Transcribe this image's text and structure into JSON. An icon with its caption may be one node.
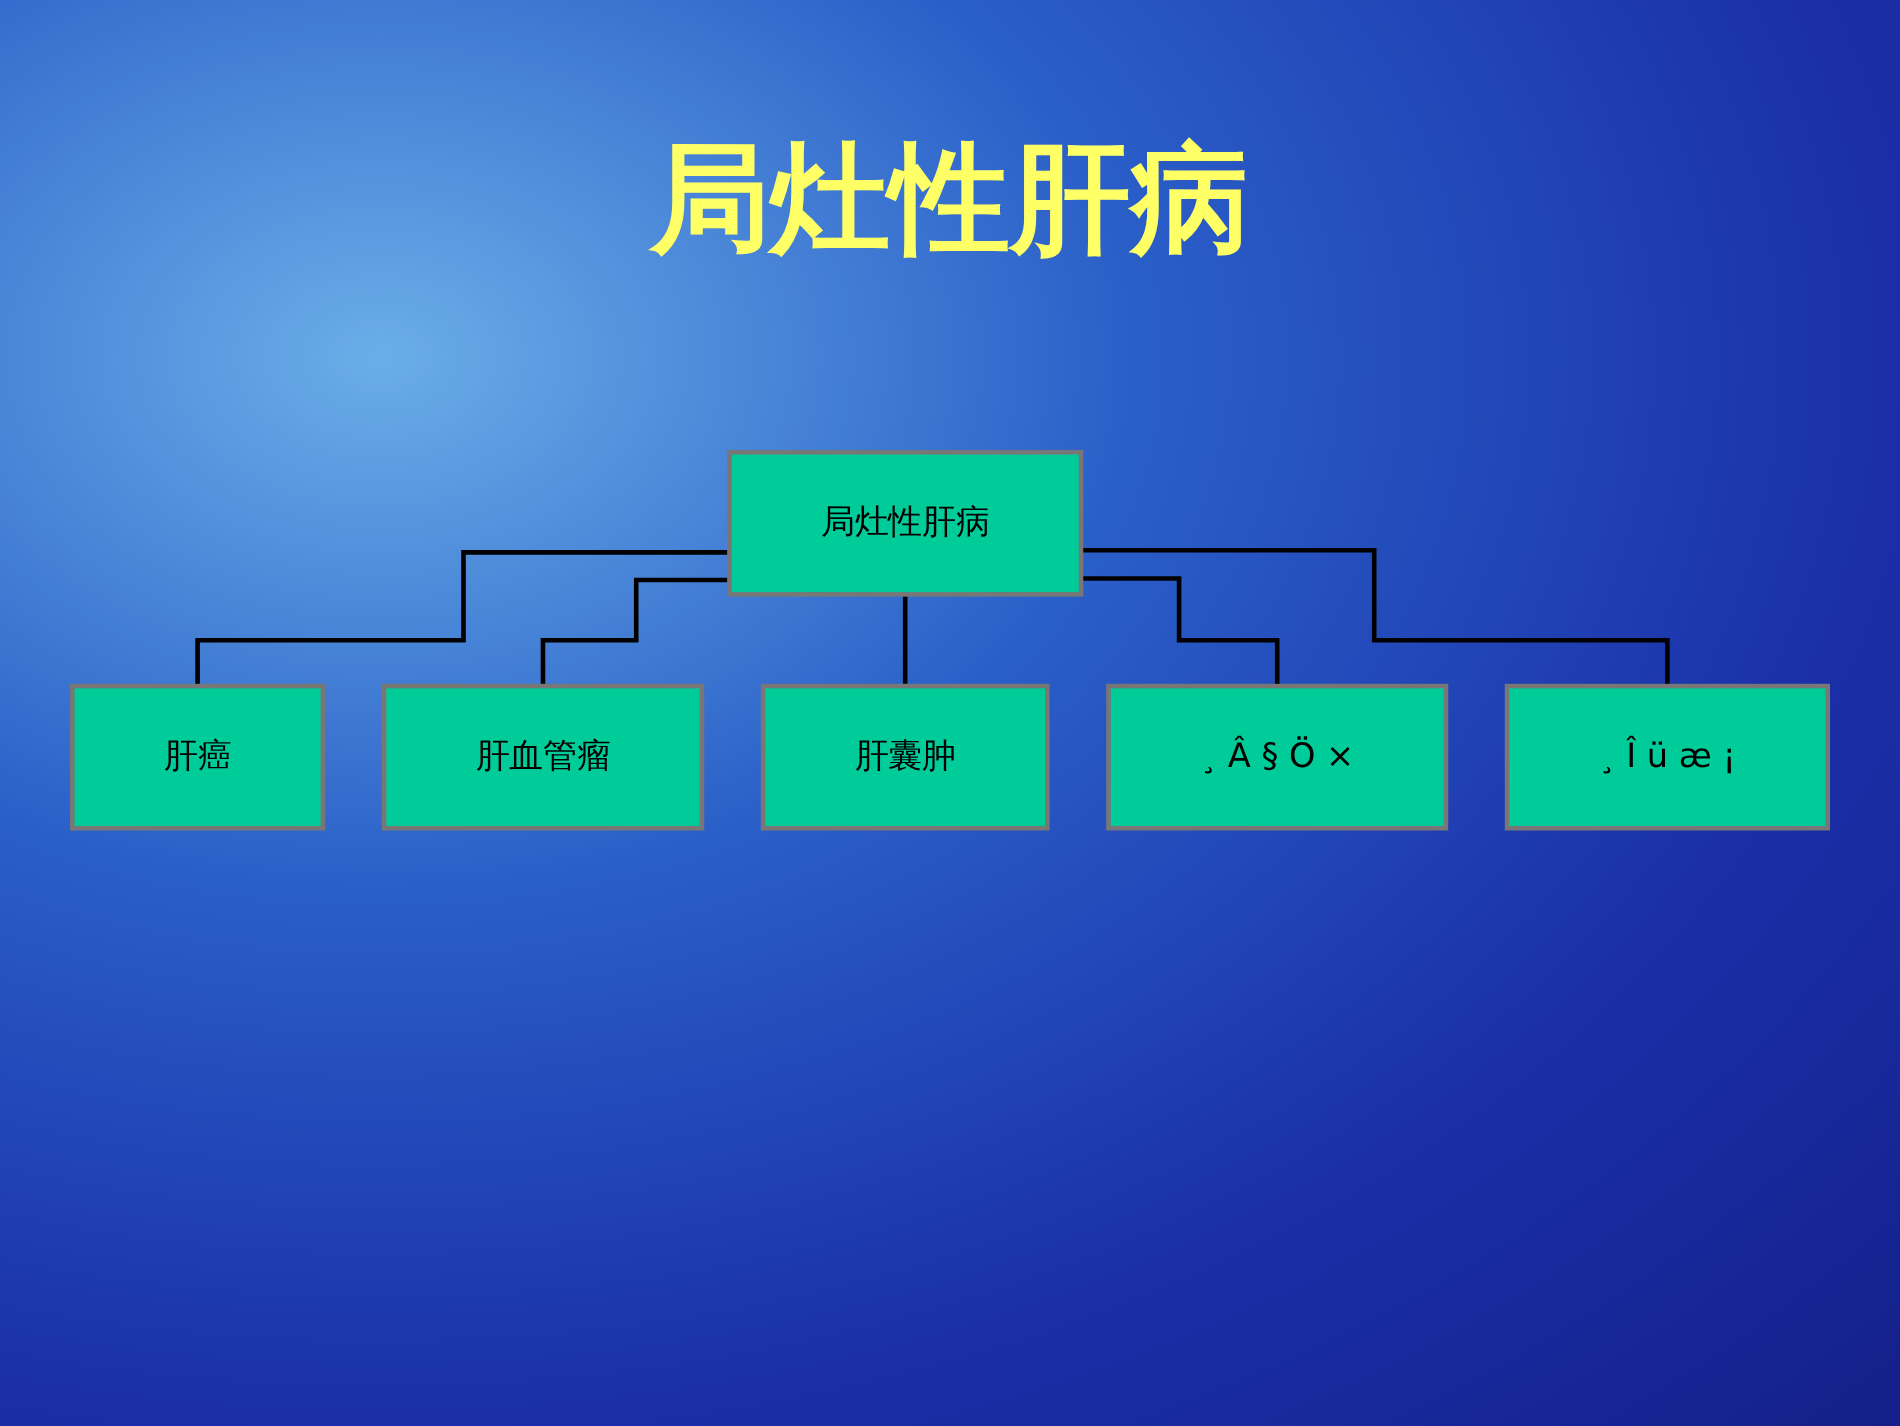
{
  "diagram": {
    "title": "局灶性肝病",
    "nodes": [
      {
        "text": [
          "局灶性肝病"
        ]
      },
      {
        "text": [
          "肝癌"
        ]
      },
      {
        "text": [
          "肝血管瘤"
        ]
      },
      {
        "text": [
          "肝囊肿"
        ]
      },
      {
        "text": [
          "¸ Â § Ö ×"
        ]
      },
      {
        "text": [
          "¸ Î ü æ ¡"
        ]
      }
    ],
    "edges": [
      {
        "from": 0,
        "to": 1,
        "arrow": "none"
      },
      {
        "from": 0,
        "to": 2,
        "arrow": "none"
      },
      {
        "from": 0,
        "to": 3,
        "arrow": "none"
      },
      {
        "from": 0,
        "to": 4,
        "arrow": "none"
      },
      {
        "from": 0,
        "to": 5,
        "arrow": "none"
      }
    ]
  }
}
